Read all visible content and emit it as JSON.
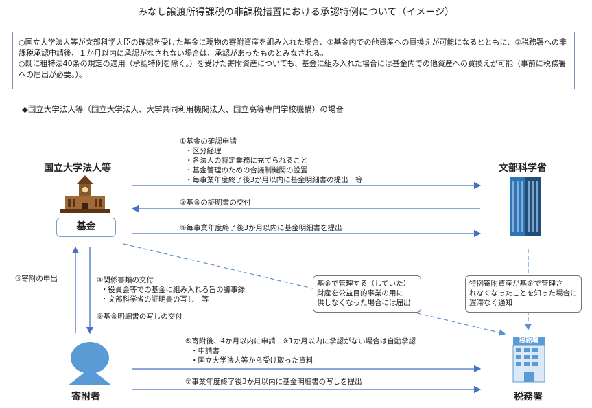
{
  "title": "みなし譲渡所得課税の非課税措置における承認特例について（イメージ）",
  "summary": {
    "p1": "○国立大学法人等が文部科学大臣の確認を受けた基金に現物の寄附資産を組み入れた場合、①基金内での他資産への買換えが可能になるとともに、②税務署への非課税承認申請後、１か月以内に承認がなされない場合は、承認があったものとみなされる。",
    "p2": "○既に租特法40条の規定の適用（承認特例を除く。）を受けた寄附資産についても、基金に組み入れた場合には基金内での他資産への買換えが可能（事前に税務署への届出が必要。）。"
  },
  "scope": "◆国立大学法人等（国立大学法人、大学共同利用機関法人、国立高等専門学校機構）の場合",
  "actors": {
    "university": "国立大学法人等",
    "fund": "基金",
    "mext": "文部科学省",
    "donor": "寄附者",
    "tax_office": "税務署",
    "tax_office_sign": "税務署"
  },
  "flows": {
    "f1": {
      "label": "①基金の確認申請",
      "items": [
        "・区分経理",
        "・各法人の特定業務に充てられること",
        "・基金管理のための合議制機関の設置",
        "・毎事業年度終了後3か月以内に基金明細書の提出　等"
      ]
    },
    "f2": "②基金の証明書の交付",
    "f6a": "⑥毎事業年度終了後3か月以内に基金明細書を提出",
    "f3": "③寄附の申出",
    "f4": {
      "label": "④関係書類の交付",
      "items": [
        "・役員会等での基金に組み入れる旨の議事録",
        "・文部科学省の証明書の写し　等"
      ]
    },
    "f6b": "⑥基金明細書の写しの交付",
    "f5": {
      "label": "⑤寄附後、4か月以内に申請　※1か月以内に承認がない場合は自動承認",
      "items": [
        "・申請書",
        "・国立大学法人等から受け取った資料"
      ]
    },
    "f7": "⑦事業年度終了後3か月以内に基金明細書の写しを提出"
  },
  "notes": {
    "fund_note": [
      "基金で管理する（していた）",
      "財産を公益目的事業の用に",
      "供しなくなった場合には届出"
    ],
    "mext_note": [
      "特例寄附資産が基金で管理さ",
      "れなくなったことを知った場合に",
      "遅滞なく通知"
    ]
  },
  "colors": {
    "arrow": "#4472c4",
    "building": "#1f4e79",
    "tax_blue": "#5b9bd5",
    "donor": "#5b9bd5",
    "univ": "#8b5a2b"
  }
}
